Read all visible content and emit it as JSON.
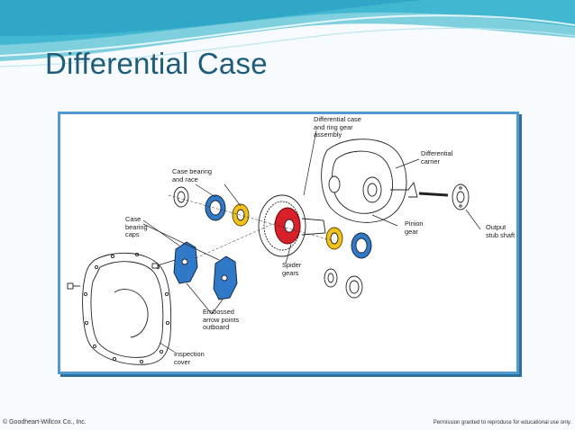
{
  "slide": {
    "title": "Differential Case"
  },
  "diagram": {
    "labels": {
      "case_assembly": "Differential case\nand ring gear\nassembly",
      "carrier": "Differential\ncarrier",
      "bearing_race": "Case bearing\nand race",
      "bearing_caps": "Case\nbearing\ncaps",
      "pinion": "Pinion\ngear",
      "output_shaft": "Output\nstub shaft",
      "spider": "Spider\ngears",
      "embossed": "Embossed\narrow points\noutboard",
      "inspection": "Inspection\ncover"
    }
  },
  "footer": {
    "copyright": "© Goodheart-Willcox Co., Inc.",
    "permission": "Permission granted to reproduce for educational use only."
  },
  "colors": {
    "title": "#1f5c78",
    "frame_border": "#4f9ad1",
    "part_blue": "#2f79c8",
    "part_yellow": "#f2c21c",
    "part_red": "#d8202a"
  }
}
